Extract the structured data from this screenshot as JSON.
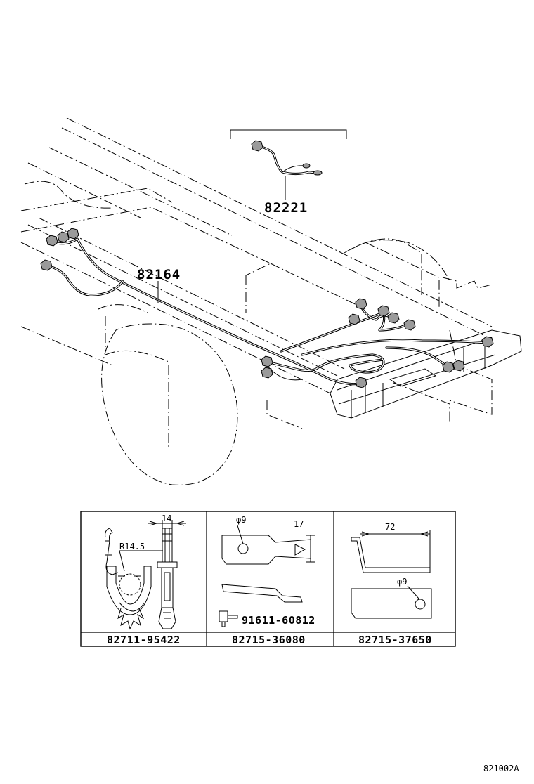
{
  "diagram": {
    "callouts": {
      "sub_harness": "82221",
      "main_harness": "82164"
    },
    "detail_table": {
      "cells": [
        {
          "part_number": "82711-95422",
          "dimensions": [
            "14",
            "R14.5"
          ]
        },
        {
          "part_number": "82715-36080",
          "dimensions": [
            "φ9",
            "17"
          ],
          "bolt_part_number": "91611-60812"
        },
        {
          "part_number": "82715-37650",
          "dimensions": [
            "72",
            "φ9"
          ]
        }
      ]
    },
    "diagram_code": "821002A"
  }
}
